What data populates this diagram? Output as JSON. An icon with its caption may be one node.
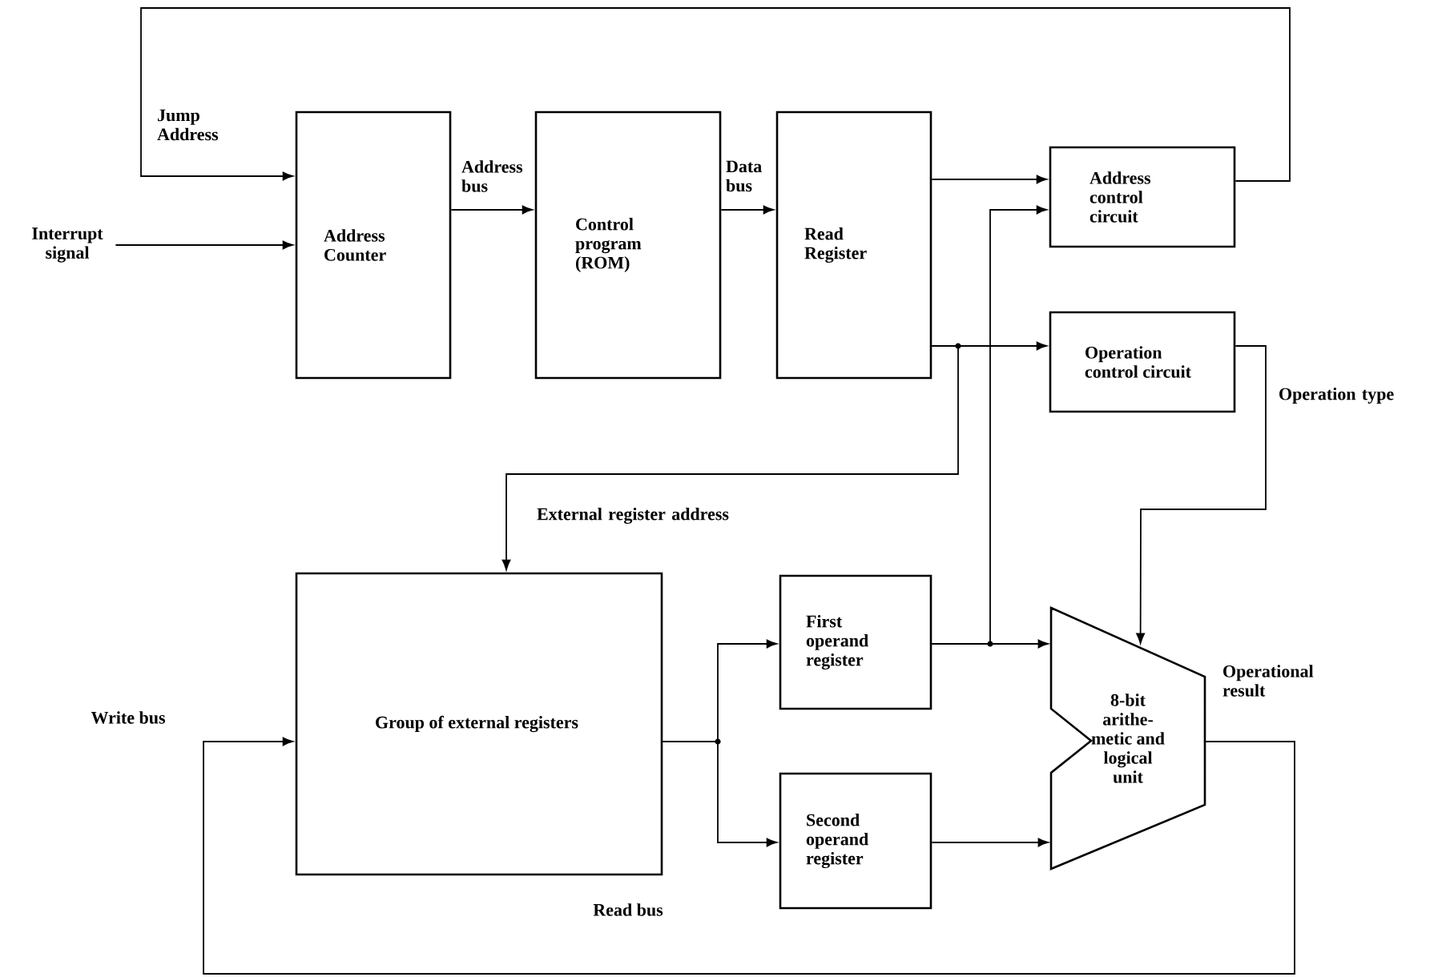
{
  "diagram": {
    "nodes": [
      {
        "text": [
          "Interrupt signal"
        ]
      },
      {
        "text": [
          "Address Counter"
        ]
      },
      {
        "text": [
          "Control program (ROM)"
        ]
      },
      {
        "text": [
          "Read Register"
        ]
      },
      {
        "text": [
          "Address control circuit"
        ]
      },
      {
        "text": [
          "Operation control circuit"
        ]
      },
      {
        "text": [
          "Group of external registers"
        ]
      },
      {
        "text": [
          "First operand register"
        ]
      },
      {
        "text": [
          "Second operand register"
        ]
      },
      {
        "text": [
          "8-bit arithe- metic and logical unit"
        ]
      }
    ],
    "edges": [
      {
        "from": 0,
        "to": 1,
        "arrow": "to"
      },
      {
        "from": 4,
        "to": 1,
        "arrow": "to",
        "label": "Jump Address"
      },
      {
        "from": 1,
        "to": 2,
        "arrow": "to",
        "label": "Address bus"
      },
      {
        "from": 2,
        "to": 3,
        "arrow": "to",
        "label": "Data bus"
      },
      {
        "from": 3,
        "to": 4,
        "arrow": "to"
      },
      {
        "from": 3,
        "to": 5,
        "arrow": "to"
      },
      {
        "from": 3,
        "to": 6,
        "arrow": "to",
        "label": "External register address"
      },
      {
        "from": 7,
        "to": 4,
        "arrow": "to"
      },
      {
        "from": 7,
        "to": 9,
        "arrow": "to"
      },
      {
        "from": 8,
        "to": 9,
        "arrow": "to"
      },
      {
        "from": 6,
        "to": 7,
        "arrow": "to"
      },
      {
        "from": 6,
        "to": 8,
        "arrow": "to"
      },
      {
        "from": 5,
        "to": 9,
        "arrow": "to",
        "label": "Operation type"
      },
      {
        "from": 9,
        "to": 6,
        "arrow": "to",
        "label": "Operational result"
      }
    ],
    "labels": [
      "Write bus",
      "Read bus"
    ]
  }
}
